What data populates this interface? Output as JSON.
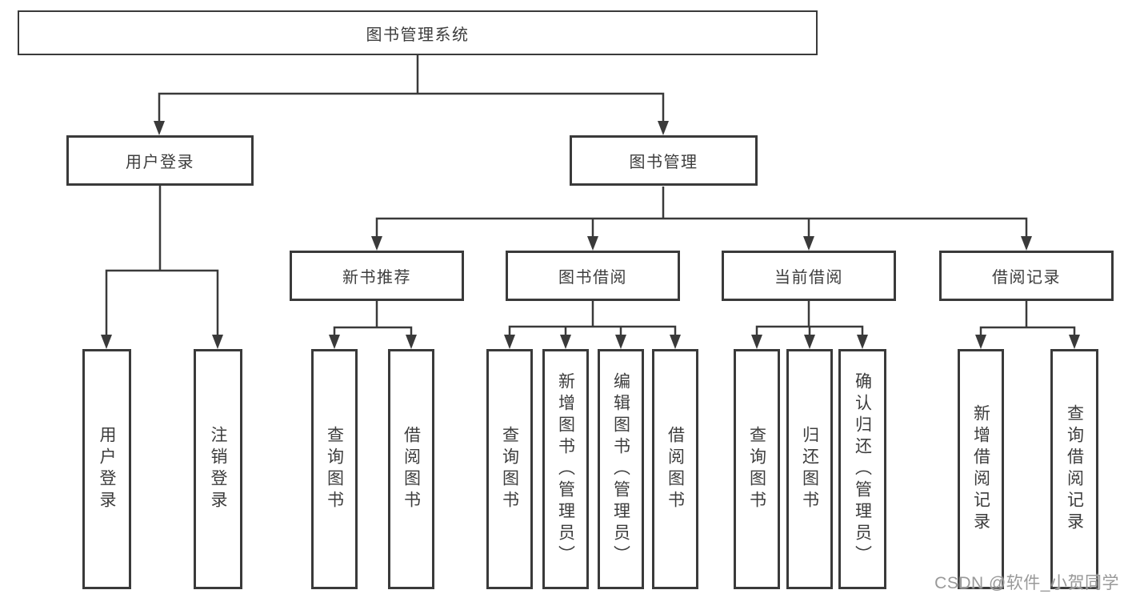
{
  "colors": {
    "line": "#3a3a3a",
    "box_border": "#3a3a3a",
    "box_background": "#ffffff",
    "text": "#3d3d3d",
    "watermark": "#949494"
  },
  "tree": {
    "root": {
      "label": "图书管理系统"
    },
    "branches": [
      {
        "label": "用户登录",
        "leaves": [
          {
            "label": "用户登录"
          },
          {
            "label": "注销登录"
          }
        ]
      },
      {
        "label": "图书管理",
        "groups": [
          {
            "label": "新书推荐",
            "leaves": [
              {
                "label": "查询图书"
              },
              {
                "label": "借阅图书"
              }
            ]
          },
          {
            "label": "图书借阅",
            "leaves": [
              {
                "label": "查询图书"
              },
              {
                "label": "新增图书（管理员）"
              },
              {
                "label": "编辑图书（管理员）"
              },
              {
                "label": "借阅图书"
              }
            ]
          },
          {
            "label": "当前借阅",
            "leaves": [
              {
                "label": "查询图书"
              },
              {
                "label": "归还图书"
              },
              {
                "label": "确认归还（管理员）"
              }
            ]
          },
          {
            "label": "借阅记录",
            "leaves": [
              {
                "label": "新增借阅记录"
              },
              {
                "label": "查询借阅记录"
              }
            ]
          }
        ]
      }
    ]
  },
  "watermark": {
    "text": "CSDN @软件_小贺同学"
  }
}
